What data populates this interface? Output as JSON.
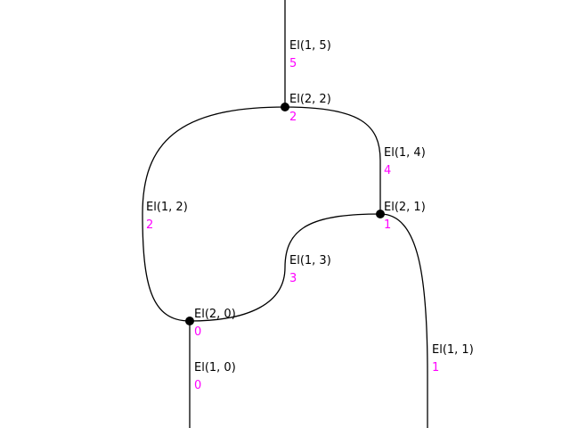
{
  "colors": {
    "line": "#000000",
    "node": "#000000",
    "index_text": "#ff00ff"
  },
  "edges": {
    "e_1_5": {
      "name": "El(1, 5)",
      "index": "5"
    },
    "e_1_4": {
      "name": "El(1, 4)",
      "index": "4"
    },
    "e_1_2": {
      "name": "El(1, 2)",
      "index": "2"
    },
    "e_1_3": {
      "name": "El(1, 3)",
      "index": "3"
    },
    "e_1_1": {
      "name": "El(1, 1)",
      "index": "1"
    },
    "e_1_0": {
      "name": "El(1, 0)",
      "index": "0"
    }
  },
  "nodes": {
    "n_2_2": {
      "name": "El(2, 2)",
      "index": "2"
    },
    "n_2_1": {
      "name": "El(2, 1)",
      "index": "1"
    },
    "n_2_0": {
      "name": "El(2, 0)",
      "index": "0"
    }
  }
}
